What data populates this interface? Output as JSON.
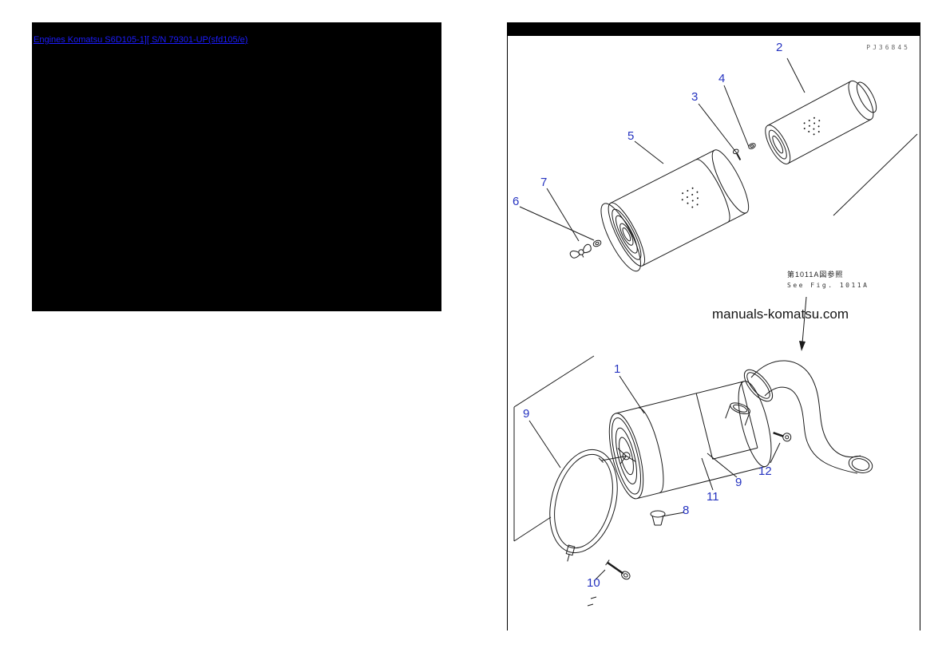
{
  "header_link": {
    "label": "Engines Komatsu S6D105-1][ S/N 79301-UP(sfd105/e)"
  },
  "diagram": {
    "code": "PJ36845",
    "ref_jp": "第1011A図参照",
    "ref_en": "See Fig. 1011A",
    "watermark": "manuals-komatsu.com",
    "callouts": [
      {
        "n": "2"
      },
      {
        "n": "4"
      },
      {
        "n": "3"
      },
      {
        "n": "5"
      },
      {
        "n": "7"
      },
      {
        "n": "6"
      },
      {
        "n": "1"
      },
      {
        "n": "9"
      },
      {
        "n": "12"
      },
      {
        "n": "9"
      },
      {
        "n": "11"
      },
      {
        "n": "8"
      },
      {
        "n": "10"
      }
    ]
  },
  "colors": {
    "callout_blue": "#2533c0",
    "link_blue": "#1c1cff",
    "line_ink": "#1a1a1a"
  }
}
